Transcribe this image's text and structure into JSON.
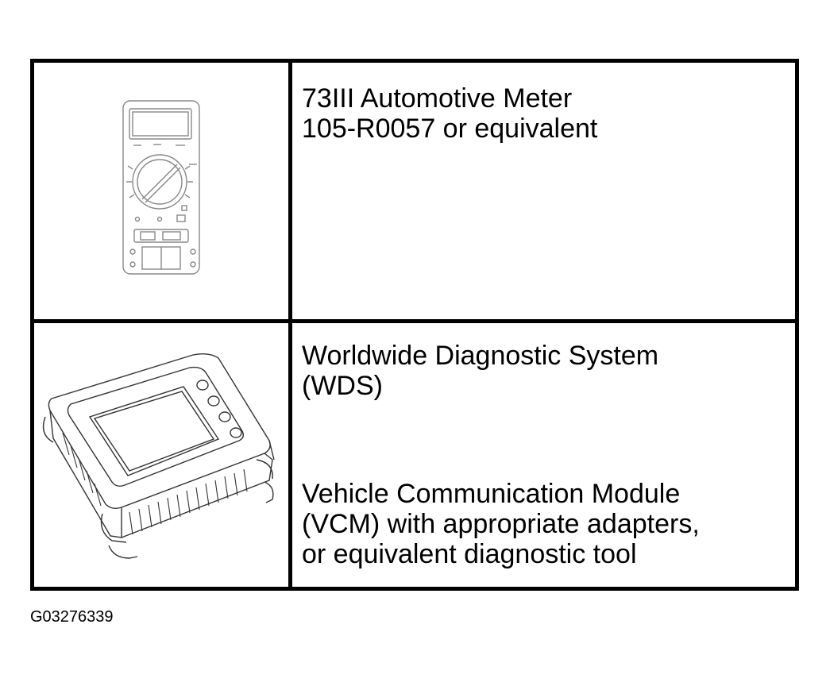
{
  "tools": [
    {
      "illustration": "multimeter-illustration",
      "lines": [
        "73III Automotive Meter",
        "105-R0057 or equivalent"
      ]
    },
    {
      "illustration": "diagnostic-tablet-illustration",
      "lines": [
        "Worldwide Diagnostic System",
        "(WDS)",
        "Vehicle Communication Module",
        "(VCM) with appropriate adapters,",
        "or equivalent diagnostic tool"
      ]
    }
  ],
  "figure_id": "G03276339"
}
